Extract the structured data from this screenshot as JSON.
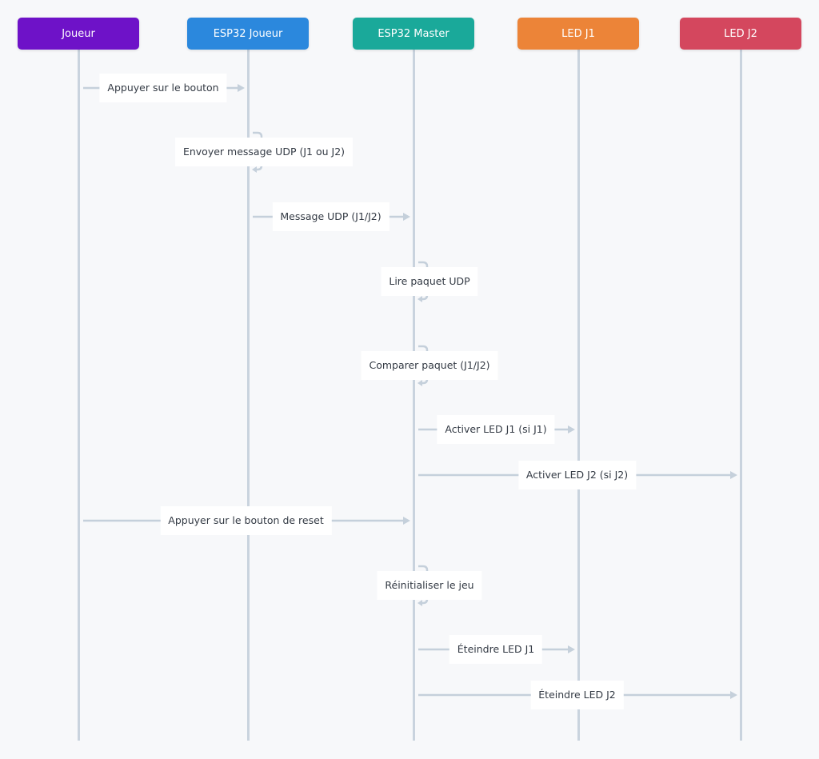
{
  "colors": {
    "joueur": "#6e12c8",
    "esp32_joueur": "#2b88dd",
    "esp32_master": "#1aa99a",
    "led_j1": "#ec8438",
    "led_j2": "#d4475e",
    "lifeline": "#c9d3de",
    "arrow": "#c5d0db",
    "background": "#f7f8fa"
  },
  "actors": [
    {
      "id": "joueur",
      "label": "Joueur"
    },
    {
      "id": "esp32_joueur",
      "label": "ESP32 Joueur"
    },
    {
      "id": "esp32_master",
      "label": "ESP32 Master"
    },
    {
      "id": "led_j1",
      "label": "LED J1"
    },
    {
      "id": "led_j2",
      "label": "LED J2"
    }
  ],
  "messages": [
    {
      "from": "joueur",
      "to": "esp32_joueur",
      "label": "Appuyer sur le bouton"
    },
    {
      "from": "esp32_joueur",
      "to": "esp32_joueur",
      "label": "Envoyer message UDP (J1 ou J2)"
    },
    {
      "from": "esp32_joueur",
      "to": "esp32_master",
      "label": "Message UDP (J1/J2)"
    },
    {
      "from": "esp32_master",
      "to": "esp32_master",
      "label": "Lire paquet UDP"
    },
    {
      "from": "esp32_master",
      "to": "esp32_master",
      "label": "Comparer paquet (J1/J2)"
    },
    {
      "from": "esp32_master",
      "to": "led_j1",
      "label": "Activer LED J1 (si J1)"
    },
    {
      "from": "esp32_master",
      "to": "led_j2",
      "label": "Activer LED J2 (si J2)"
    },
    {
      "from": "joueur",
      "to": "esp32_master",
      "label": "Appuyer sur le bouton de reset"
    },
    {
      "from": "esp32_master",
      "to": "esp32_master",
      "label": "Réinitialiser le jeu"
    },
    {
      "from": "esp32_master",
      "to": "led_j1",
      "label": "Éteindre LED J1"
    },
    {
      "from": "esp32_master",
      "to": "led_j2",
      "label": "Éteindre LED J2"
    }
  ]
}
